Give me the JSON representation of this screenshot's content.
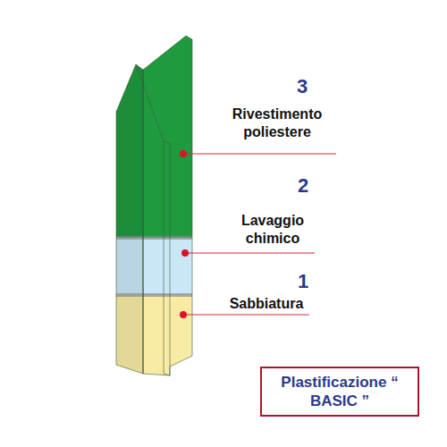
{
  "diagram": {
    "nodes": [
      {
        "text": [
          "Plastificazione “ BASIC ”"
        ]
      }
    ],
    "labels": [
      "3",
      "Rivestimento poliestere",
      "2",
      "Lavaggio chimico",
      "1",
      "Sabbiatura"
    ]
  }
}
